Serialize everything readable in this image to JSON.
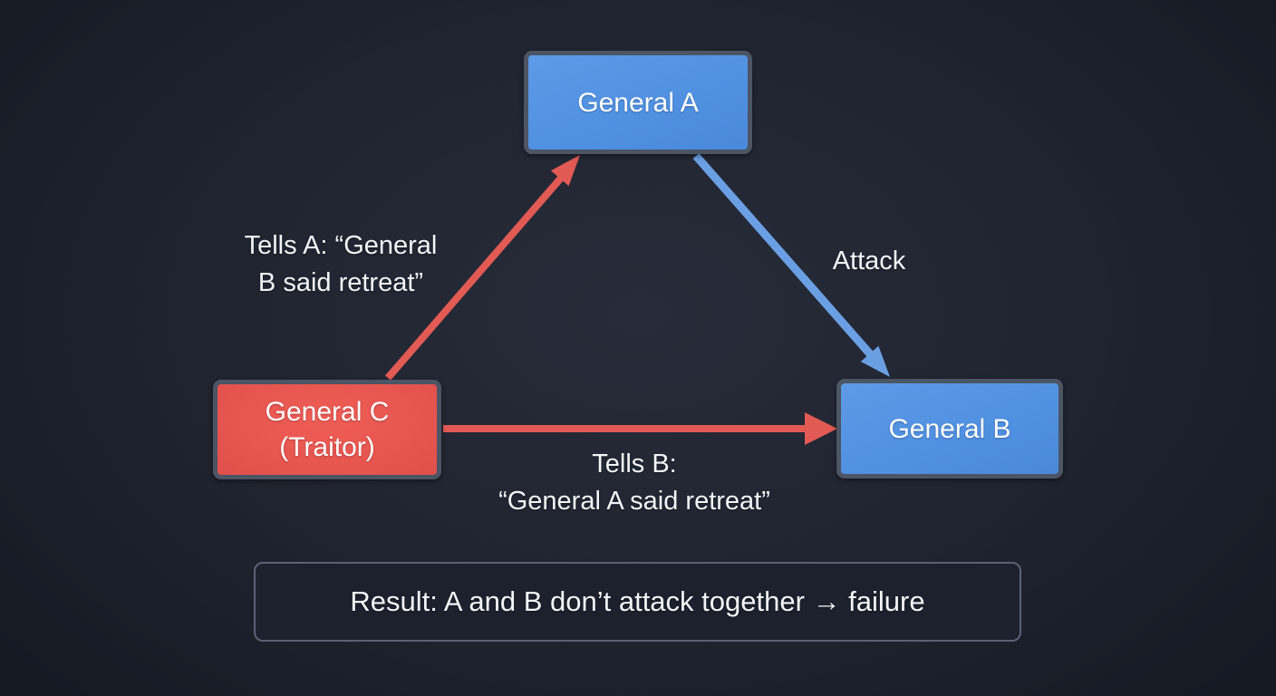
{
  "colors": {
    "background": "#1f2430",
    "node_blue": "#5191e2",
    "node_red": "#e75550",
    "node_border": "#4c5564",
    "arrow_red": "#e25a54",
    "arrow_blue": "#6b9fe3",
    "text": "#f2f4f6",
    "result_border": "#5a6375"
  },
  "nodes": {
    "general_a": {
      "label": "General A"
    },
    "general_b": {
      "label": "General B"
    },
    "general_c": {
      "label": "General C",
      "sublabel": "(Traitor)"
    }
  },
  "edges": {
    "c_to_a": {
      "label_line1": "Tells A: “General",
      "label_line2": "B said retreat”"
    },
    "c_to_b": {
      "label_line1": "Tells B:",
      "label_line2": "“General A said retreat”"
    },
    "a_to_b": {
      "label": "Attack"
    }
  },
  "result": {
    "text": "Result: A and B don’t attack together → failure"
  }
}
